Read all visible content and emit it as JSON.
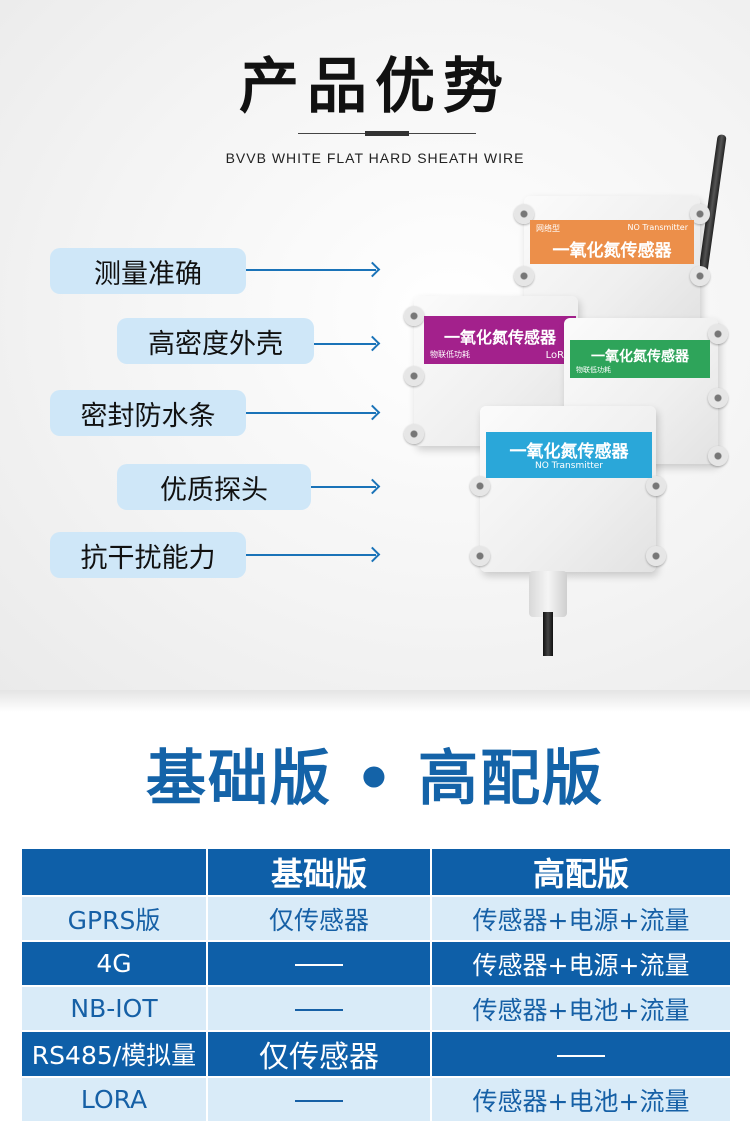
{
  "header": {
    "title": "产品优势",
    "subtitle": "BVVB WHITE FLAT HARD SHEATH WIRE"
  },
  "features": [
    "测量准确",
    "高密度外壳",
    "密封防水条",
    "优质探头",
    "抗干扰能力"
  ],
  "devices": {
    "orange": {
      "top_left": "网络型",
      "top_right": "NO Transmitter",
      "title": "一氧化氮传感器",
      "color": "#ec8f4a"
    },
    "magenta": {
      "title": "一氧化氮传感器",
      "bottom_left": "物联低功耗",
      "bottom_right": "LoRa",
      "color": "#a3218c"
    },
    "green": {
      "title": "一氧化氮传感器",
      "bottom_left": "物联低功耗",
      "color": "#2ea45a"
    },
    "blue": {
      "title": "一氧化氮传感器",
      "subtitle": "NO Transmitter",
      "color": "#2aa7d9"
    }
  },
  "section2": {
    "title": "基础版 • 高配版"
  },
  "table": {
    "headers": [
      "",
      "基础版",
      "高配版"
    ],
    "rows": [
      [
        "GPRS版",
        "仅传感器",
        "传感器+电源+流量"
      ],
      [
        "4G",
        "——",
        "传感器+电源+流量"
      ],
      [
        "NB-IOT",
        "——",
        "传感器+电池+流量"
      ],
      [
        "RS485/模拟量",
        "仅传感器",
        "——"
      ],
      [
        "LORA",
        "——",
        "传感器+电池+流量"
      ]
    ]
  }
}
